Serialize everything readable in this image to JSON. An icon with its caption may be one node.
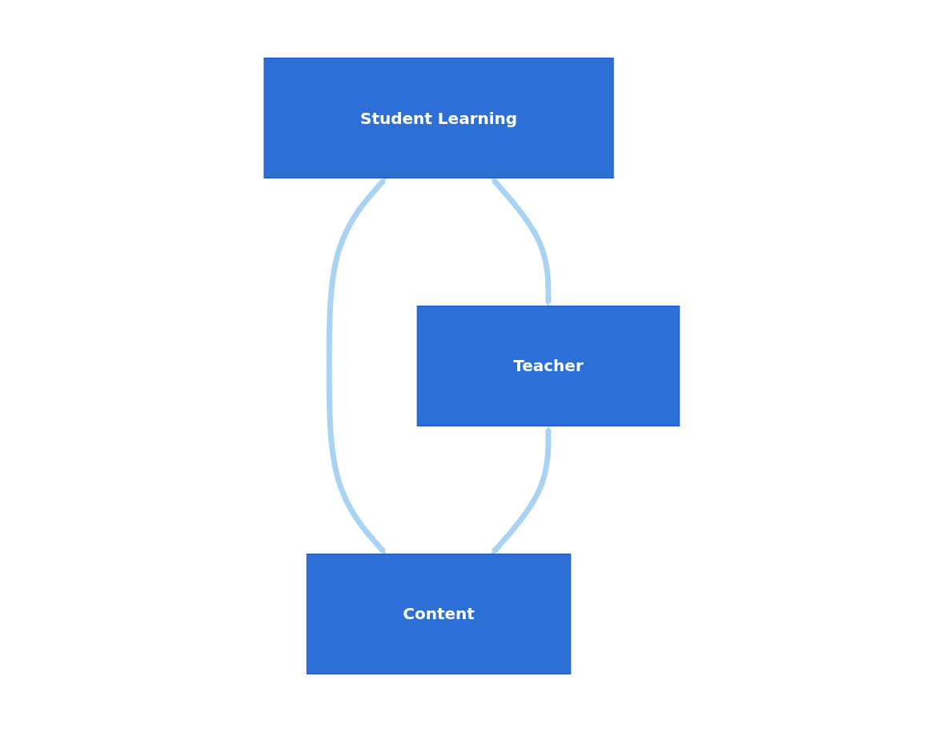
{
  "diagram": {
    "nodes": [
      {
        "text": [
          "Student Learning"
        ]
      },
      {
        "text": [
          "Teacher"
        ]
      },
      {
        "text": [
          "Content"
        ]
      }
    ],
    "edges": [
      {
        "from": 0,
        "to": 1,
        "arrow": "both"
      },
      {
        "from": 0,
        "to": 2,
        "arrow": "both"
      },
      {
        "from": 1,
        "to": 2,
        "arrow": "both"
      }
    ]
  }
}
